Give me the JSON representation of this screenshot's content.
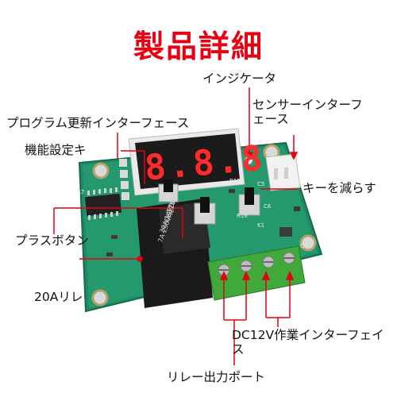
{
  "title": "製品詳細",
  "labels": {
    "indicator": "インジケータ",
    "sensor_interface": "センサーインターフェース",
    "program_update": "プログラム更新インターフェース",
    "function_setting": "機能設定キ",
    "minus_key": "キーを減らす",
    "plus_button": "プラスボタン",
    "relay_20a": "20Aリレ",
    "dc12v_interface": "DC12V作業インターフェイス",
    "relay_output_port": "リレー出力ポート"
  },
  "display": {
    "digits": "8.8.8"
  },
  "relay_markings": [
    "T78A",
    "DC12V-1",
    "20A 14VDC",
    "7A 250VAC"
  ],
  "pcb_marks": [
    "R7",
    "R15",
    "R16",
    "K1",
    "C7",
    "C5",
    "C6"
  ],
  "colors": {
    "accent": "#e60012",
    "pcb_green": "#1f8a63",
    "relay_black": "#1a1a1a",
    "terminal_green": "#3fa93a",
    "display_digit_red": "#ff2a2a",
    "connector_white": "#f2f2f2"
  }
}
